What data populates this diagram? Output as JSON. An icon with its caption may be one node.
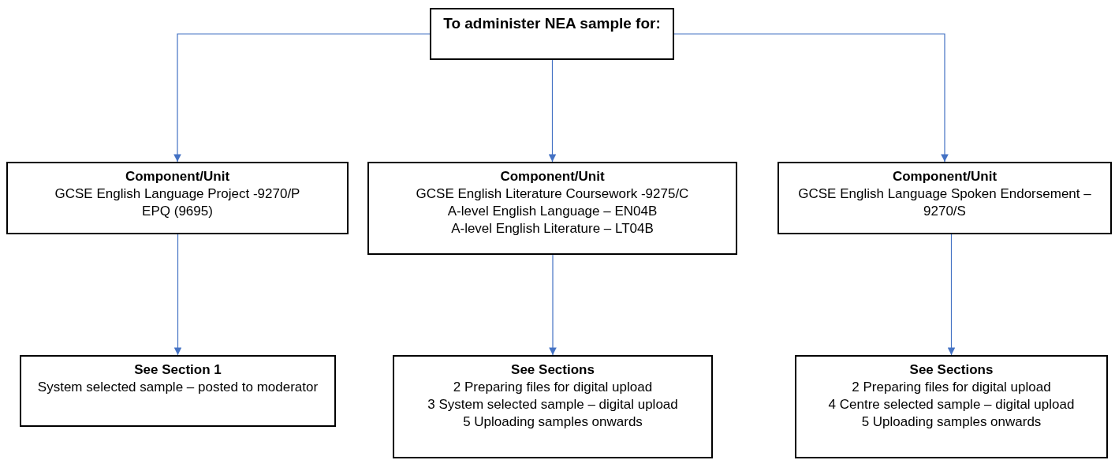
{
  "diagram": {
    "nodes": [
      {
        "text": [
          "To administer NEA sample for:"
        ]
      },
      {
        "text": [
          "Component/Unit",
          "GCSE English Language Project -9270/P",
          "EPQ (9695)"
        ]
      },
      {
        "text": [
          "Component/Unit",
          "GCSE English Literature Coursework -9275/C",
          "A-level English Language – EN04B",
          "A-level English Literature – LT04B"
        ]
      },
      {
        "text": [
          "Component/Unit",
          "GCSE English Language Spoken Endorsement – 9270/S"
        ]
      },
      {
        "text": [
          "See Section 1",
          "System selected sample – posted to moderator"
        ]
      },
      {
        "text": [
          "See Sections",
          "2 Preparing files for digital upload",
          "3 System selected sample – digital upload",
          "5 Uploading samples onwards"
        ]
      },
      {
        "text": [
          "See Sections",
          "2 Preparing files for digital upload",
          "4 Centre selected sample – digital upload",
          "5 Uploading samples onwards"
        ]
      }
    ],
    "edges": [
      {
        "from": 0,
        "to": 1,
        "arrow": "to"
      },
      {
        "from": 0,
        "to": 2,
        "arrow": "to"
      },
      {
        "from": 0,
        "to": 3,
        "arrow": "to"
      },
      {
        "from": 1,
        "to": 4,
        "arrow": "to"
      },
      {
        "from": 2,
        "to": 5,
        "arrow": "to"
      },
      {
        "from": 3,
        "to": 6,
        "arrow": "to"
      }
    ]
  }
}
